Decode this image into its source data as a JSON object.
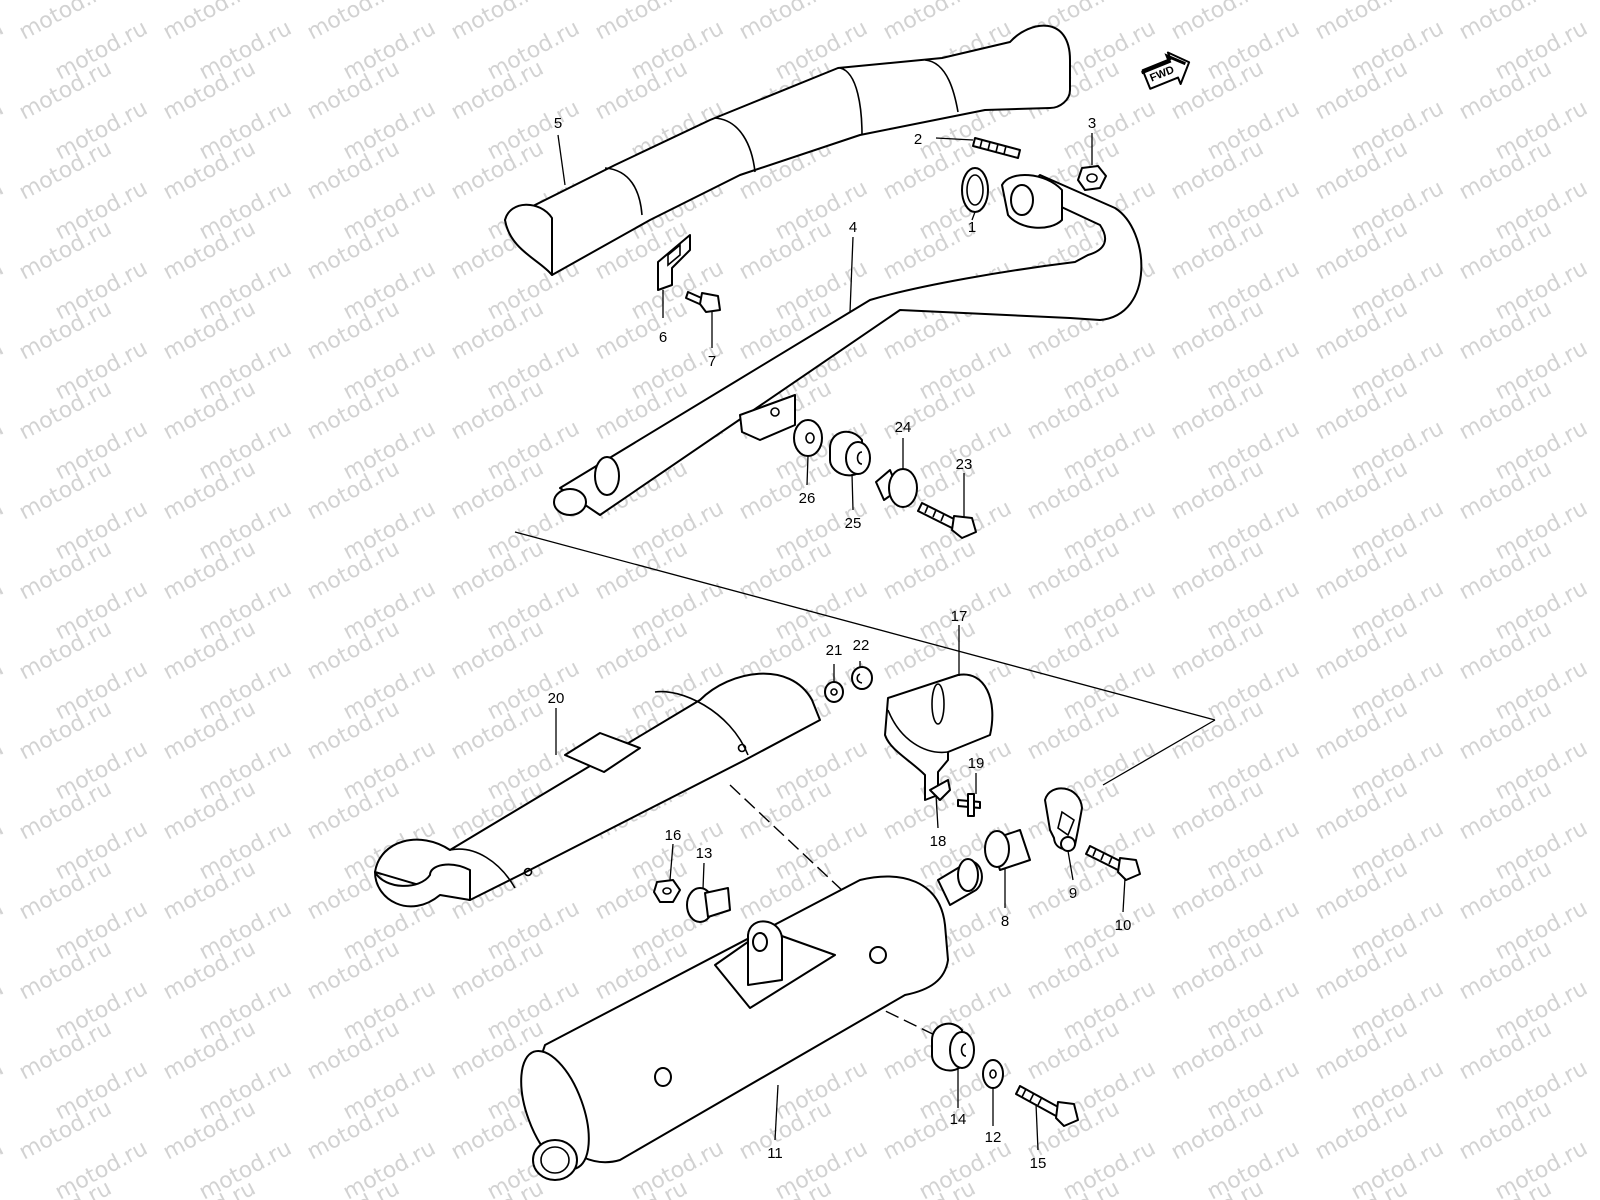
{
  "watermark": "motod.ru",
  "direction_label": "FWD",
  "callouts": [
    "1",
    "2",
    "3",
    "4",
    "5",
    "6",
    "7",
    "8",
    "9",
    "10",
    "11",
    "12",
    "13",
    "14",
    "15",
    "16",
    "17",
    "18",
    "19",
    "20",
    "21",
    "22",
    "23",
    "24",
    "25",
    "26"
  ]
}
